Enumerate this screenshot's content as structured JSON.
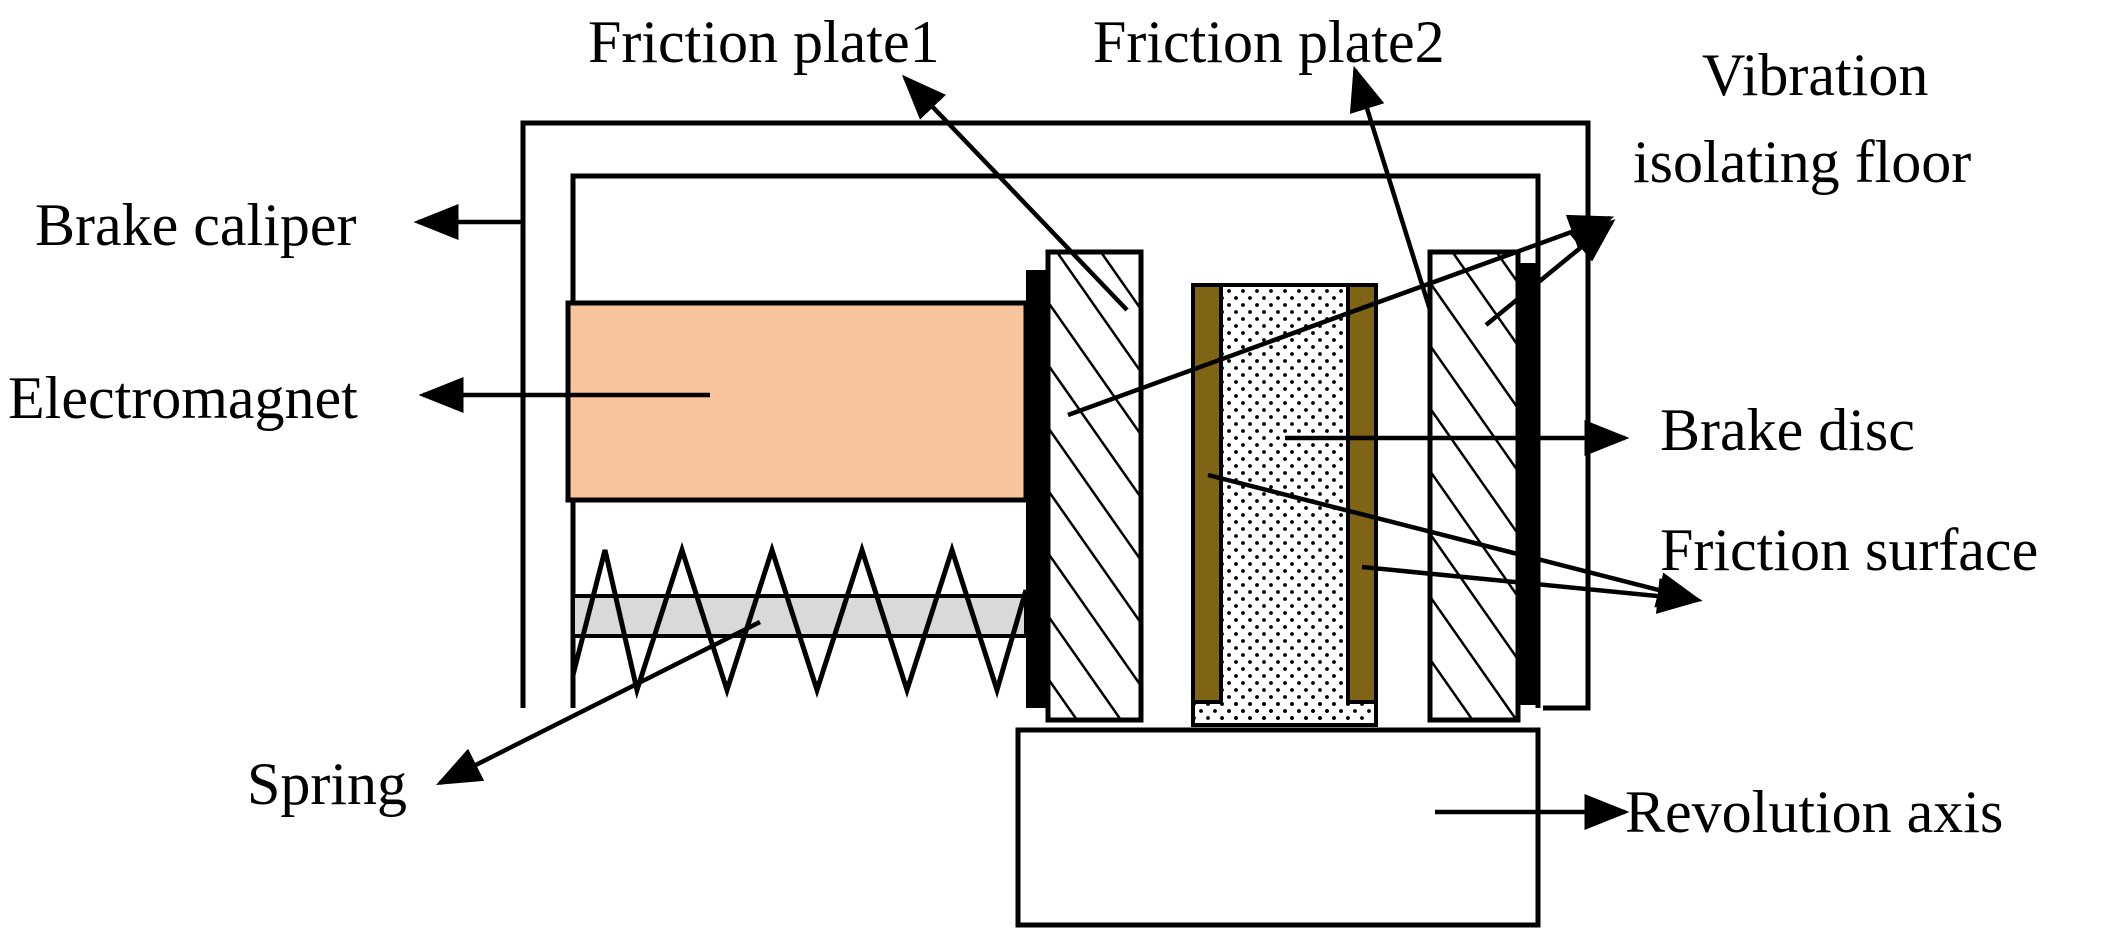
{
  "labels": {
    "friction_plate_1": "Friction plate1",
    "friction_plate_2": "Friction plate2",
    "vibration_line1": "Vibration",
    "vibration_line2": "isolating floor",
    "brake_caliper": "Brake caliper",
    "electromagnet": "Electromagnet",
    "brake_disc": "Brake disc",
    "friction_surface": "Friction surface",
    "spring": "Spring",
    "revolution_axis": "Revolution axis"
  },
  "colors": {
    "electromagnet_fill": "#f8c49c",
    "friction_surface_fill": "#7f6415",
    "spring_rod_fill": "#d9d9d9",
    "line": "#000000",
    "background": "#ffffff"
  }
}
